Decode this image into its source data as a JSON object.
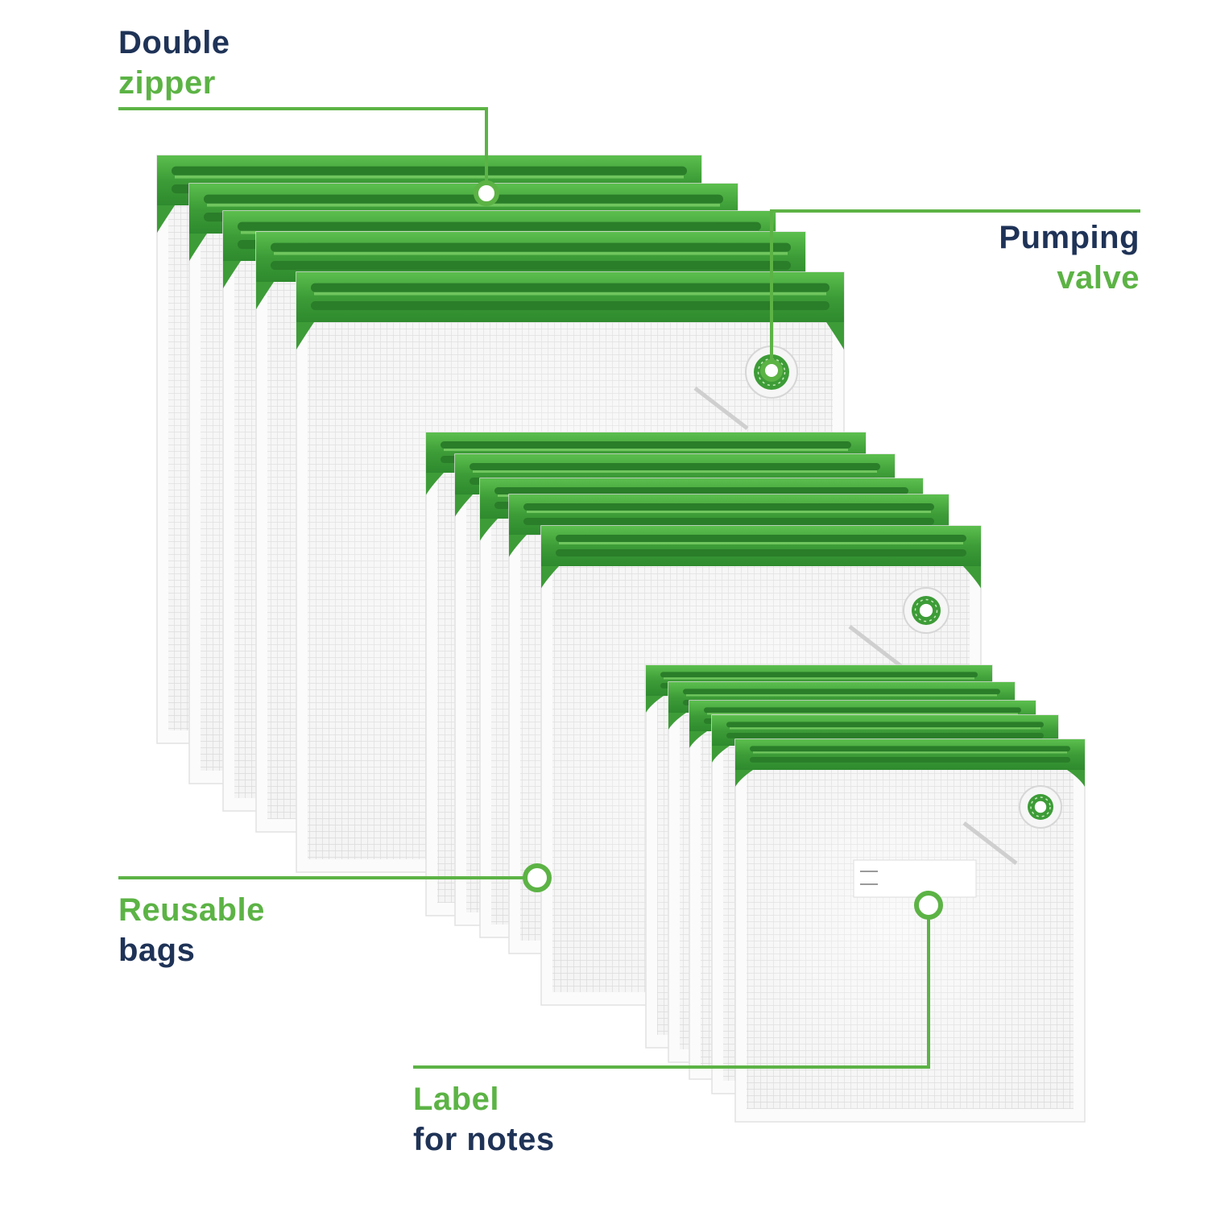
{
  "colors": {
    "background": "#ffffff",
    "navy": "#1f3357",
    "accent_green": "#5cb345",
    "zipper_green": "#3d9c37",
    "zipper_green_dark": "#2a7d29",
    "zipper_green_light": "#5cbf4e",
    "bag_film": "#ededed",
    "bag_border": "#fbfbfb"
  },
  "callouts": {
    "double_zipper": {
      "line1": "Double",
      "line2": "zipper"
    },
    "pumping_valve": {
      "line1": "Pumping",
      "line2": "valve"
    },
    "reusable_bags": {
      "line1": "Reusable",
      "line2": "bags"
    },
    "label_notes": {
      "line1": "Label",
      "line2": "for notes"
    }
  },
  "icons": {
    "bag": "vacuum-bag-icon",
    "valve": "pumping-valve-icon",
    "zipper": "double-zipper-icon",
    "marker": "callout-marker-icon",
    "label": "note-label-icon"
  }
}
